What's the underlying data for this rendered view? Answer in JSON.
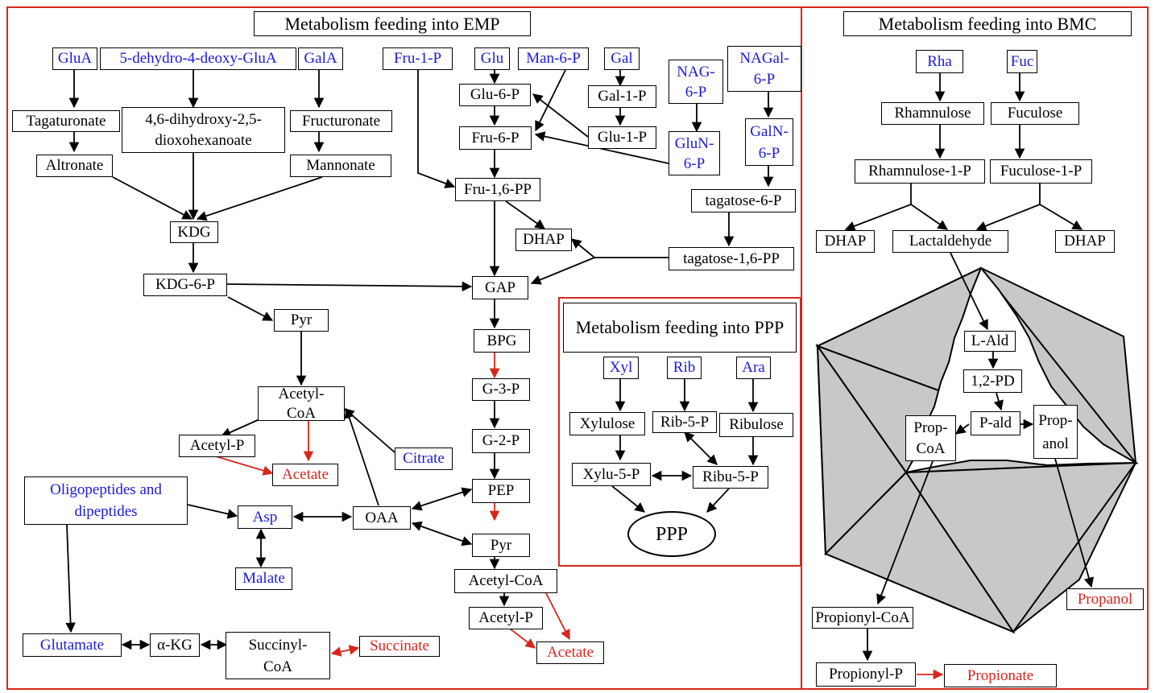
{
  "panels": {
    "emp_title": "Metabolism feeding into EMP",
    "ppp_title": "Metabolism feeding into PPP",
    "bmc_title": "Metabolism feeding into BMC"
  },
  "nodes": {
    "GluA": "GluA",
    "dehydro_GluA": "5-dehydro-4-deoxy-GluA",
    "GalA": "GalA",
    "Tagaturonate": "Tagaturonate",
    "dihydroxy": "4,6-dihydroxy-2,5-dioxohexanoate",
    "Fructuronate": "Fructuronate",
    "Altronate": "Altronate",
    "Mannonate": "Mannonate",
    "KDG": "KDG",
    "KDG6P": "KDG-6-P",
    "Pyr1": "Pyr",
    "AcetylCoA1": "Acetyl-CoA",
    "AcetylP1": "Acetyl-P",
    "Acetate1": "Acetate",
    "Citrate": "Citrate",
    "Oligo": "Oligopeptides and dipeptides",
    "Asp": "Asp",
    "OAA": "OAA",
    "Malate": "Malate",
    "Glutamate": "Glutamate",
    "aKG": "α-KG",
    "SuccinylCoA": "Succinyl-CoA",
    "Succinate": "Succinate",
    "Fru1P": "Fru-1-P",
    "Glu": "Glu",
    "Man6P": "Man-6-P",
    "Gal": "Gal",
    "NAG6P": "NAG-6-P",
    "NAGal6P": "NAGal-6-P",
    "Glu6P": "Glu-6-P",
    "Gal1P": "Gal-1-P",
    "Fru6P": "Fru-6-P",
    "Glu1P": "Glu-1-P",
    "GluN6P": "GluN-6-P",
    "GalN6P": "GalN-6-P",
    "Fru16PP": "Fru-1,6-PP",
    "tagatose6P": "tagatose-6-P",
    "DHAP1": "DHAP",
    "tagatose16PP": "tagatose-1,6-PP",
    "GAP": "GAP",
    "BPG": "BPG",
    "G3P": "G-3-P",
    "G2P": "G-2-P",
    "PEP": "PEP",
    "Pyr2": "Pyr",
    "AcetylCoA2": "Acetyl-CoA",
    "AcetylP2": "Acetyl-P",
    "Acetate2": "Acetate",
    "Xyl": "Xyl",
    "Rib": "Rib",
    "Ara": "Ara",
    "Xylulose": "Xylulose",
    "Rib5P": "Rib-5-P",
    "Ribulose": "Ribulose",
    "Xylu5P": "Xylu-5-P",
    "Ribu5P": "Ribu-5-P",
    "PPP": "PPP",
    "Rha": "Rha",
    "Fuc": "Fuc",
    "Rhamnulose": "Rhamnulose",
    "Fuculose": "Fuculose",
    "Rhamnulose1P": "Rhamnulose-1-P",
    "Fuculose1P": "Fuculose-1-P",
    "DHAP2": "DHAP",
    "Lactaldehyde": "Lactaldehyde",
    "DHAP3": "DHAP",
    "LAld": "L-Ald",
    "PD12": "1,2-PD",
    "PropCoA": "Prop-CoA",
    "Pald": "P-ald",
    "Propanol_in": "Prop-anol",
    "Propanol": "Propanol",
    "PropionylCoA": "Propionyl-CoA",
    "PropionylP": "Propionyl-P",
    "Propionate": "Propionate"
  },
  "colors": {
    "substrate": "#1a1adc",
    "product": "#d8261c",
    "border": "#d8261c",
    "bmc_fill": "#c8c8c8"
  }
}
